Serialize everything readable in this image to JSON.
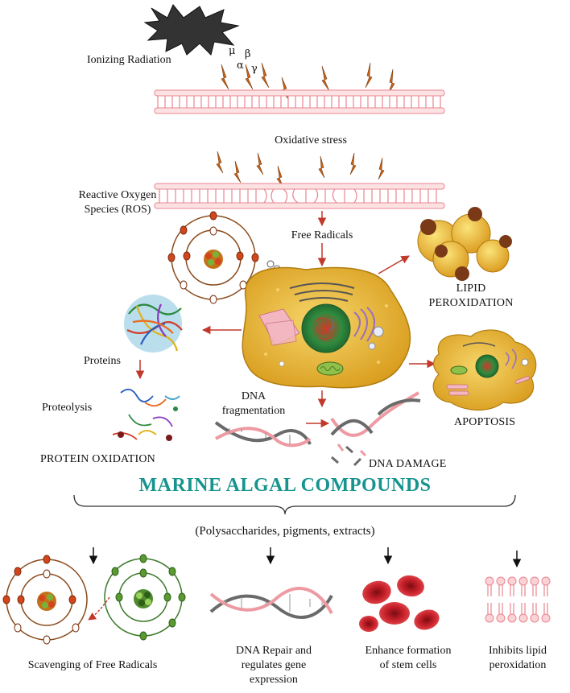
{
  "labels": {
    "ionizing_radiation": "Ionizing Radiation",
    "oxidative_stress": "Oxidative stress",
    "ros_line1": "Reactive Oxygen",
    "ros_line2": "Species (ROS)",
    "free_radicals": "Free Radicals",
    "lipid_peroxidation_line1": "LIPID",
    "lipid_peroxidation_line2": "PEROXIDATION",
    "proteins": "Proteins",
    "proteolysis": "Proteolysis",
    "protein_oxidation": "PROTEIN OXIDATION",
    "dna_fragmentation_line1": "DNA",
    "dna_fragmentation_line2": "fragmentation",
    "apoptosis": "APOPTOSIS",
    "dna_damage": "DNA DAMAGE"
  },
  "radiation_symbols": {
    "mu": "μ",
    "alpha": "α",
    "beta": "β",
    "gamma": "γ"
  },
  "title": "MARINE ALGAL COMPOUNDS",
  "subtitle": "(Polysaccharides, pigments, extracts)",
  "effects": {
    "scavenging": "Scavenging of Free Radicals",
    "dna_repair_line1": "DNA Repair and",
    "dna_repair_line2": "regulates gene",
    "dna_repair_line3": "expression",
    "stem_cells_line1": "Enhance formation",
    "stem_cells_line2": "of stem cells",
    "lipid_inhibit_line1": "Inhibits lipid",
    "lipid_inhibit_line2": "peroxidation"
  },
  "colors": {
    "title_teal": "#17948f",
    "arrow_red": "#c0392b",
    "membrane_pink": "#e8858f",
    "cell_yellow": "#e8b62a",
    "dna_gray": "#6a6a6a",
    "dna_pink": "#ee9aa2",
    "rbc_red": "#c8202a"
  }
}
